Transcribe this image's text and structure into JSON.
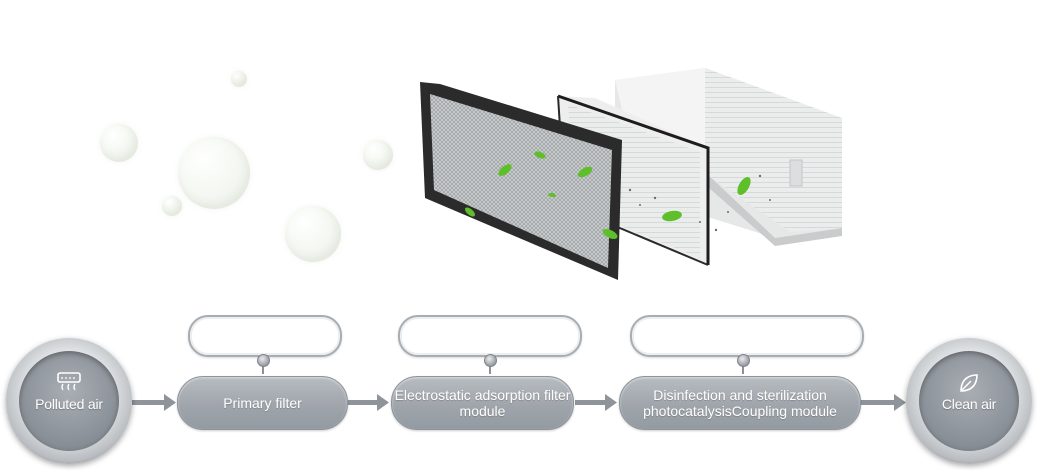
{
  "flow": {
    "start_label": "Polluted air",
    "stages": [
      {
        "label": "Primary filter"
      },
      {
        "label": "Electrostatic adsorption filter module"
      },
      {
        "label": "Disinfection and sterilization photocatalysisCoupling module"
      }
    ],
    "end_label": "Clean air",
    "start_icon": "air-vent-icon",
    "end_icon": "leaf-icon"
  },
  "colors": {
    "pill": "#9fa5ab",
    "arrow": "#8e949a",
    "leaf": "#5fbf2a"
  }
}
